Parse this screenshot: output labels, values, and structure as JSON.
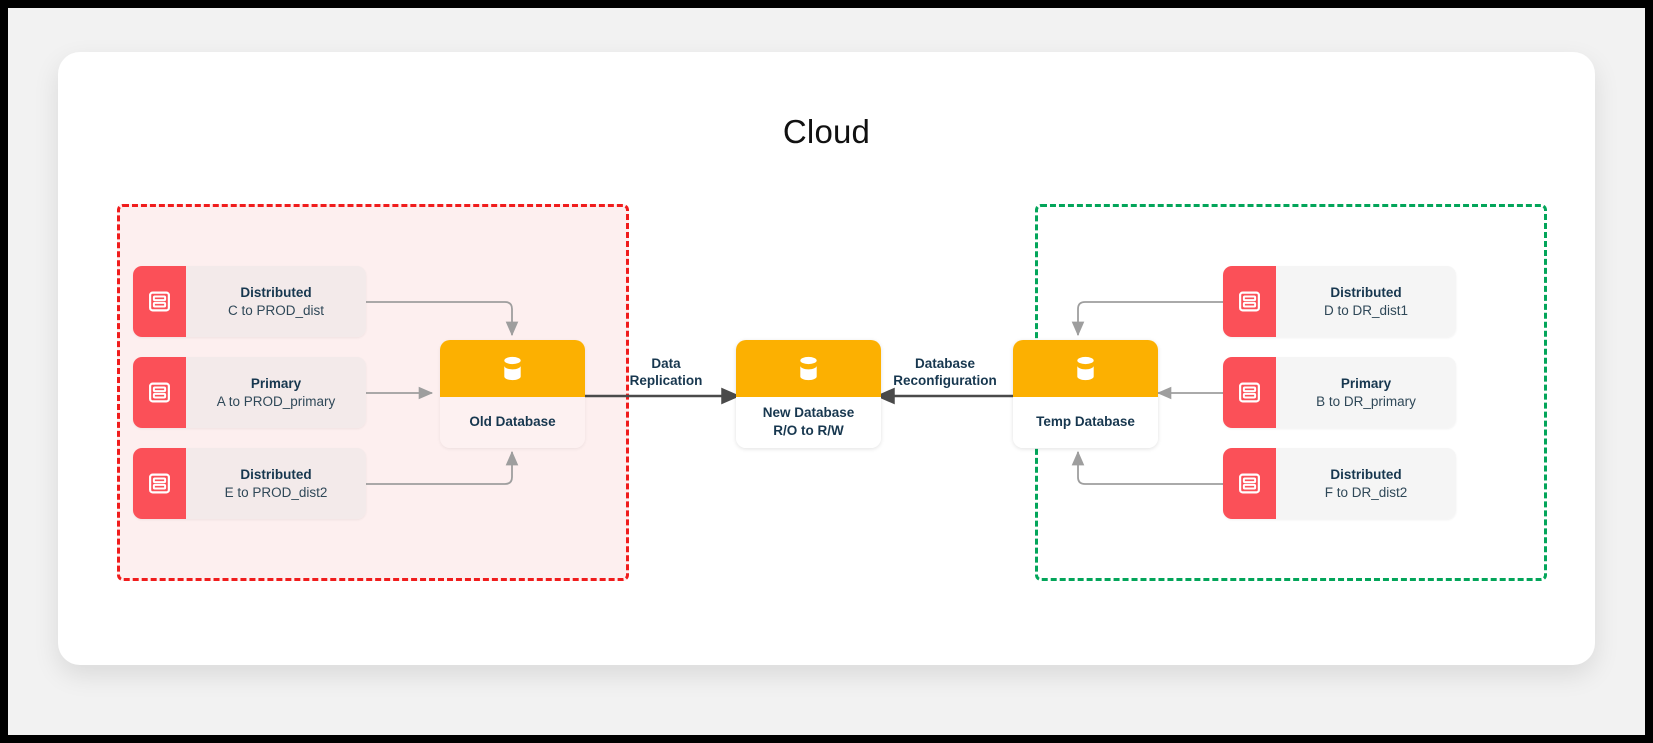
{
  "diagram": {
    "title": "Cloud",
    "colors": {
      "accent_orange": "#fcb001",
      "server_red": "#fb5058",
      "zone_prod_border": "#f01c1c",
      "zone_prod_fill": "#fdefef",
      "zone_dr_border": "#03a55a",
      "text_dark": "#17374f",
      "connector_gray": "#9e9e9e"
    },
    "zones": [
      {
        "id": "prod",
        "name": "production-zone",
        "border_style": "dashed",
        "border_color": "#f01c1c"
      },
      {
        "id": "dr",
        "name": "disaster-recovery-zone",
        "border_style": "dashed",
        "border_color": "#03a55a"
      }
    ],
    "prod_nodes": [
      {
        "icon": "server-icon",
        "title": "Distributed",
        "sub": "C to PROD_dist"
      },
      {
        "icon": "server-icon",
        "title": "Primary",
        "sub": "A to PROD_primary"
      },
      {
        "icon": "server-icon",
        "title": "Distributed",
        "sub": "E to PROD_dist2"
      }
    ],
    "dr_nodes": [
      {
        "icon": "server-icon",
        "title": "Distributed",
        "sub": "D to DR_dist1"
      },
      {
        "icon": "server-icon",
        "title": "Primary",
        "sub": "B to DR_primary"
      },
      {
        "icon": "server-icon",
        "title": "Distributed",
        "sub": "F to DR_dist2"
      }
    ],
    "databases": [
      {
        "id": "old",
        "icon": "database-icon",
        "label_line1": "Old Database",
        "label_line2": ""
      },
      {
        "id": "new",
        "icon": "database-icon",
        "label_line1": "New Database",
        "label_line2": "R/O to R/W"
      },
      {
        "id": "temp",
        "icon": "database-icon",
        "label_line1": "Temp Database",
        "label_line2": ""
      }
    ],
    "flows": [
      {
        "id": "replication",
        "line1": "Data",
        "line2": "Replication",
        "direction": "right"
      },
      {
        "id": "reconfiguration",
        "line1": "Database",
        "line2": "Reconfiguration",
        "direction": "left"
      }
    ]
  }
}
